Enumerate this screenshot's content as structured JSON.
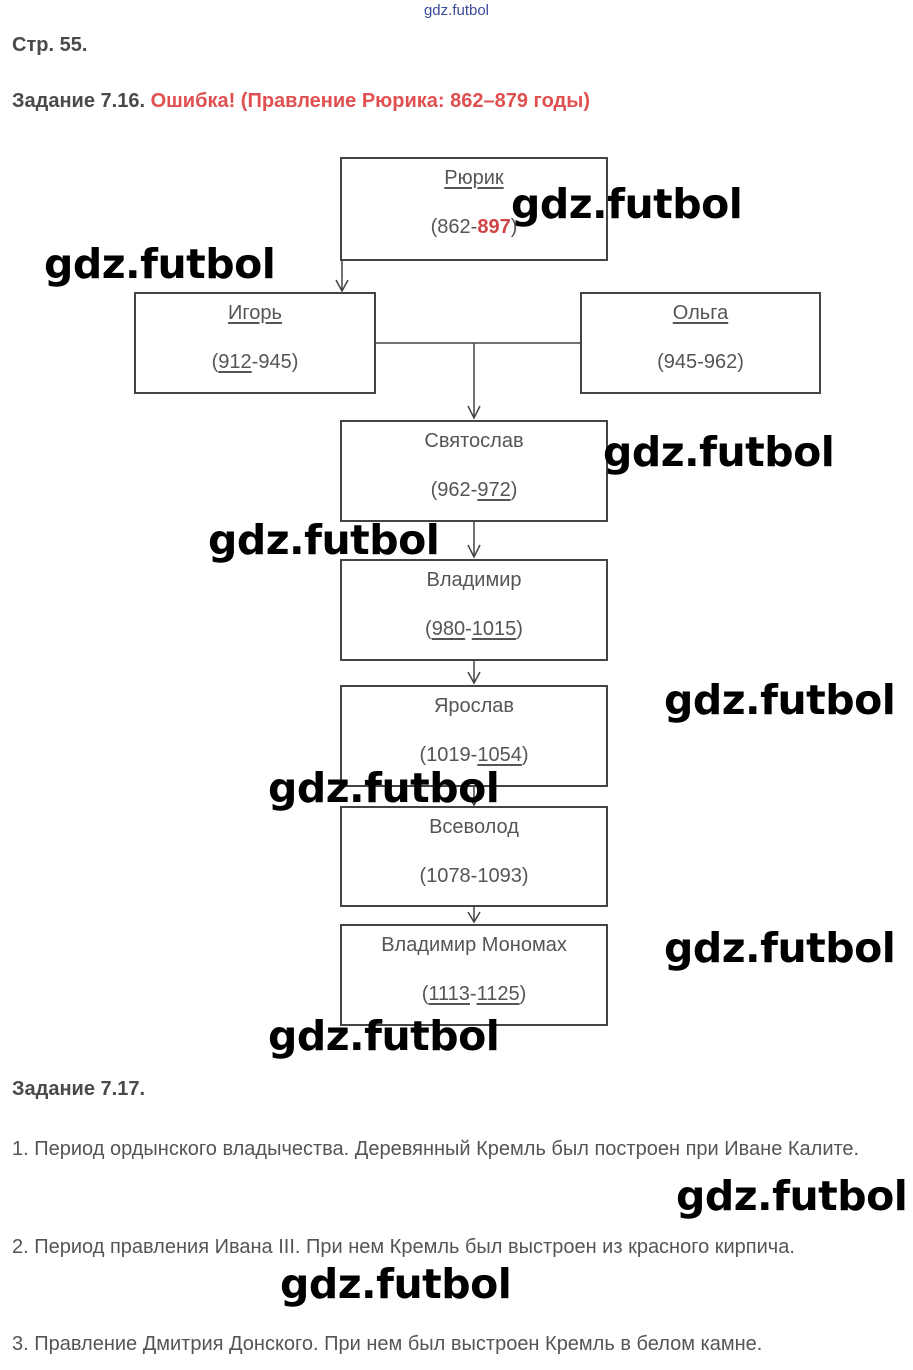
{
  "header": {
    "site_mark": "gdz.futbol",
    "page_ref": "Стр. 55."
  },
  "task_716": {
    "title": "Задание 7.16.",
    "error_note": "Ошибка! (Правление Рюрика: 862–879 годы)"
  },
  "tree": {
    "rurik": {
      "name": "Рюрик",
      "start": "862",
      "end": "897"
    },
    "igor": {
      "name": "Игорь",
      "start": "912",
      "end": "945"
    },
    "olga": {
      "name": "Ольга",
      "start": "945",
      "end": "962"
    },
    "svyatoslav": {
      "name": "Святослав",
      "start": "962",
      "end": "972"
    },
    "vladimir": {
      "name": "Владимир",
      "start": "980",
      "end": "1015"
    },
    "yaroslav": {
      "name": "Ярослав",
      "start": "1019",
      "end": "1054"
    },
    "vsevolod": {
      "name": "Всеволод",
      "start": "1078",
      "end": "1093"
    },
    "monomakh": {
      "name": "Владимир Мономах",
      "start": "1113",
      "end": "1125"
    }
  },
  "task_717": {
    "title": "Задание 7.17.",
    "item1": "1. Период ордынского владычества. Деревянный Кремль был построен при Иване Калите.",
    "item2": "2. Период правления Ивана III. При нем Кремль был выстроен из красного кирпича.",
    "item3": "3. Правление Дмитрия Донского. При нем был выстроен Кремль в белом камне."
  },
  "watermark": {
    "text": "gdz.futbol"
  }
}
